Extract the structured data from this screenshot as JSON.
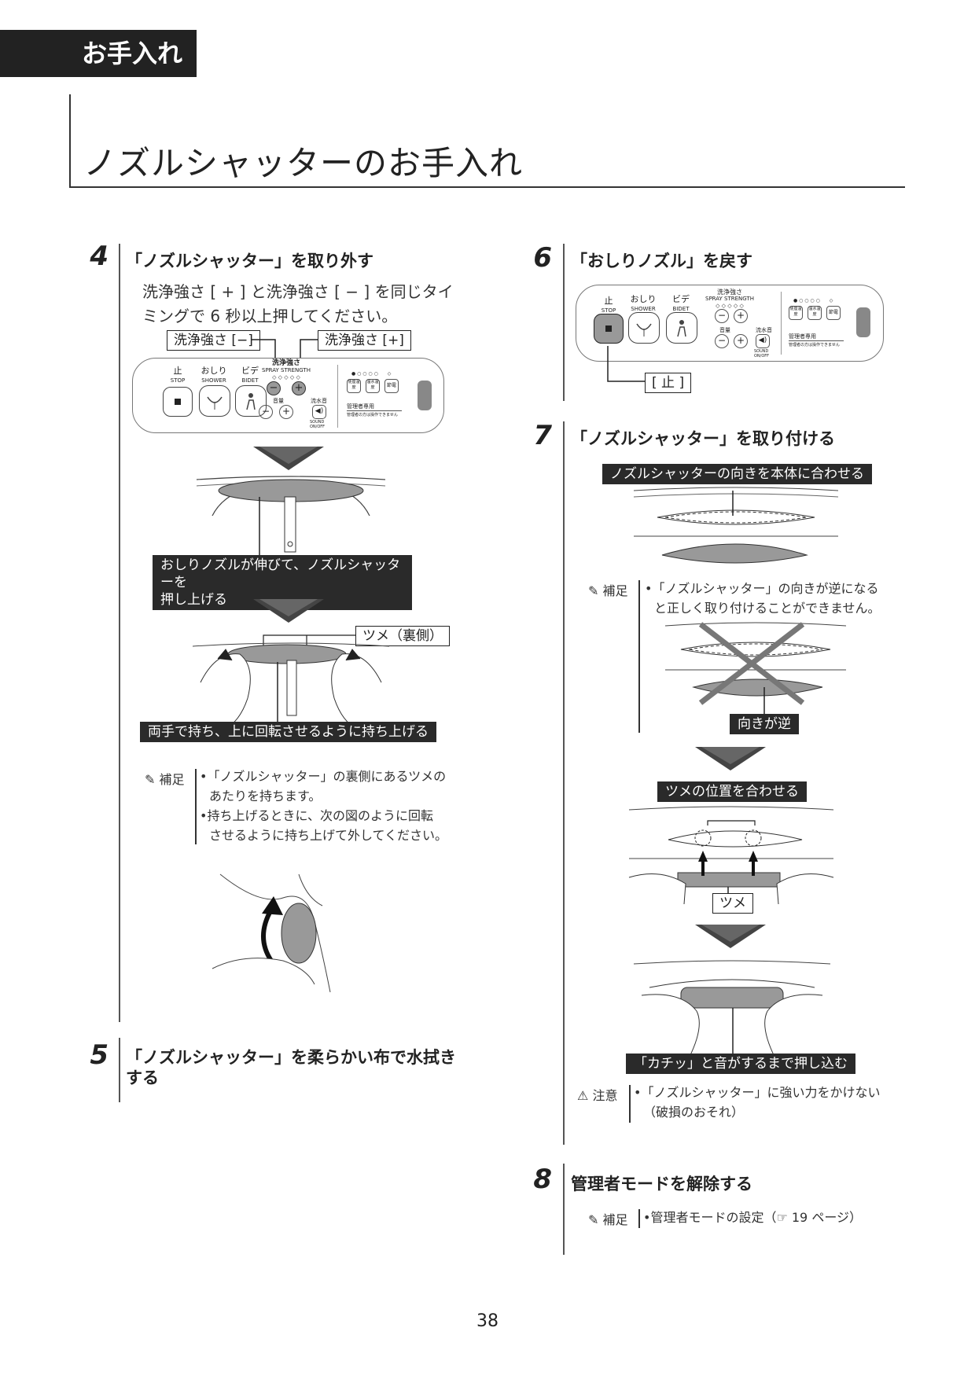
{
  "section_tab": "お手入れ",
  "page_title": "ノズルシャッターのお手入れ",
  "page_number": "38",
  "panel": {
    "stop_jp": "止",
    "stop_en": "STOP",
    "shower_jp": "おしり",
    "shower_en": "SHOWER",
    "bidet_jp": "ビデ",
    "bidet_en": "BIDET",
    "strength_jp": "洗浄強さ",
    "strength_en": "SPRAY STRENGTH",
    "volume_jp": "音量",
    "sound_jp": "流水音",
    "sound_en": "SOUND ON/OFF",
    "btn1": "便座温度",
    "btn2": "温水温度",
    "btn3": "節電",
    "admin": "管理者専用",
    "admin_sub": "管理者の方は操作できません"
  },
  "step4": {
    "num": "4",
    "title": "「ノズルシャッター」を取り外す",
    "body_line1": "洗浄強さ [ + ] と洗浄強さ [ − ] を同じタイ",
    "body_line2": "ミングで 6 秒以上押してください。",
    "label_minus": "洗浄強さ [−]",
    "label_plus": "洗浄強さ [+]",
    "caption1_line1": "おしりノズルが伸びて、ノズルシャッターを",
    "caption1_line2": "押し上げる",
    "label_tsume_back": "ツメ（裏側）",
    "caption2": "両手で持ち、上に回転させるように持ち上げる",
    "note_header": "補足",
    "note1_line1": "•「ノズルシャッター」の裏側にあるツメの",
    "note1_line2": "あたりを持ちます。",
    "note2_line1": "•持ち上げるときに、次の図のように回転",
    "note2_line2": "させるように持ち上げて外してください。"
  },
  "step5": {
    "num": "5",
    "title_line1": "「ノズルシャッター」を柔らかい布で水拭き",
    "title_line2": "する"
  },
  "step6": {
    "num": "6",
    "title": "「おしりノズル」を戻す",
    "label_stop": "[ 止 ]"
  },
  "step7": {
    "num": "7",
    "title": "「ノズルシャッター」を取り付ける",
    "caption_align": "ノズルシャッターの向きを本体に合わせる",
    "note_header": "補足",
    "note_line1": "•「ノズルシャッター」の向きが逆になる",
    "note_line2": "と正しく取り付けることができません。",
    "label_reverse": "向きが逆",
    "caption_tsume_pos": "ツメの位置を合わせる",
    "label_tsume": "ツメ",
    "caption_click": "「カチッ」と音がするまで押し込む",
    "caution_header": "注意",
    "caution_line1": "•「ノズルシャッター」に強い力をかけない",
    "caution_line2": "（破損のおそれ）"
  },
  "step8": {
    "num": "8",
    "title": "管理者モードを解除する",
    "note_header": "補足",
    "note": "•管理者モードの設定（☞ 19 ページ）"
  }
}
